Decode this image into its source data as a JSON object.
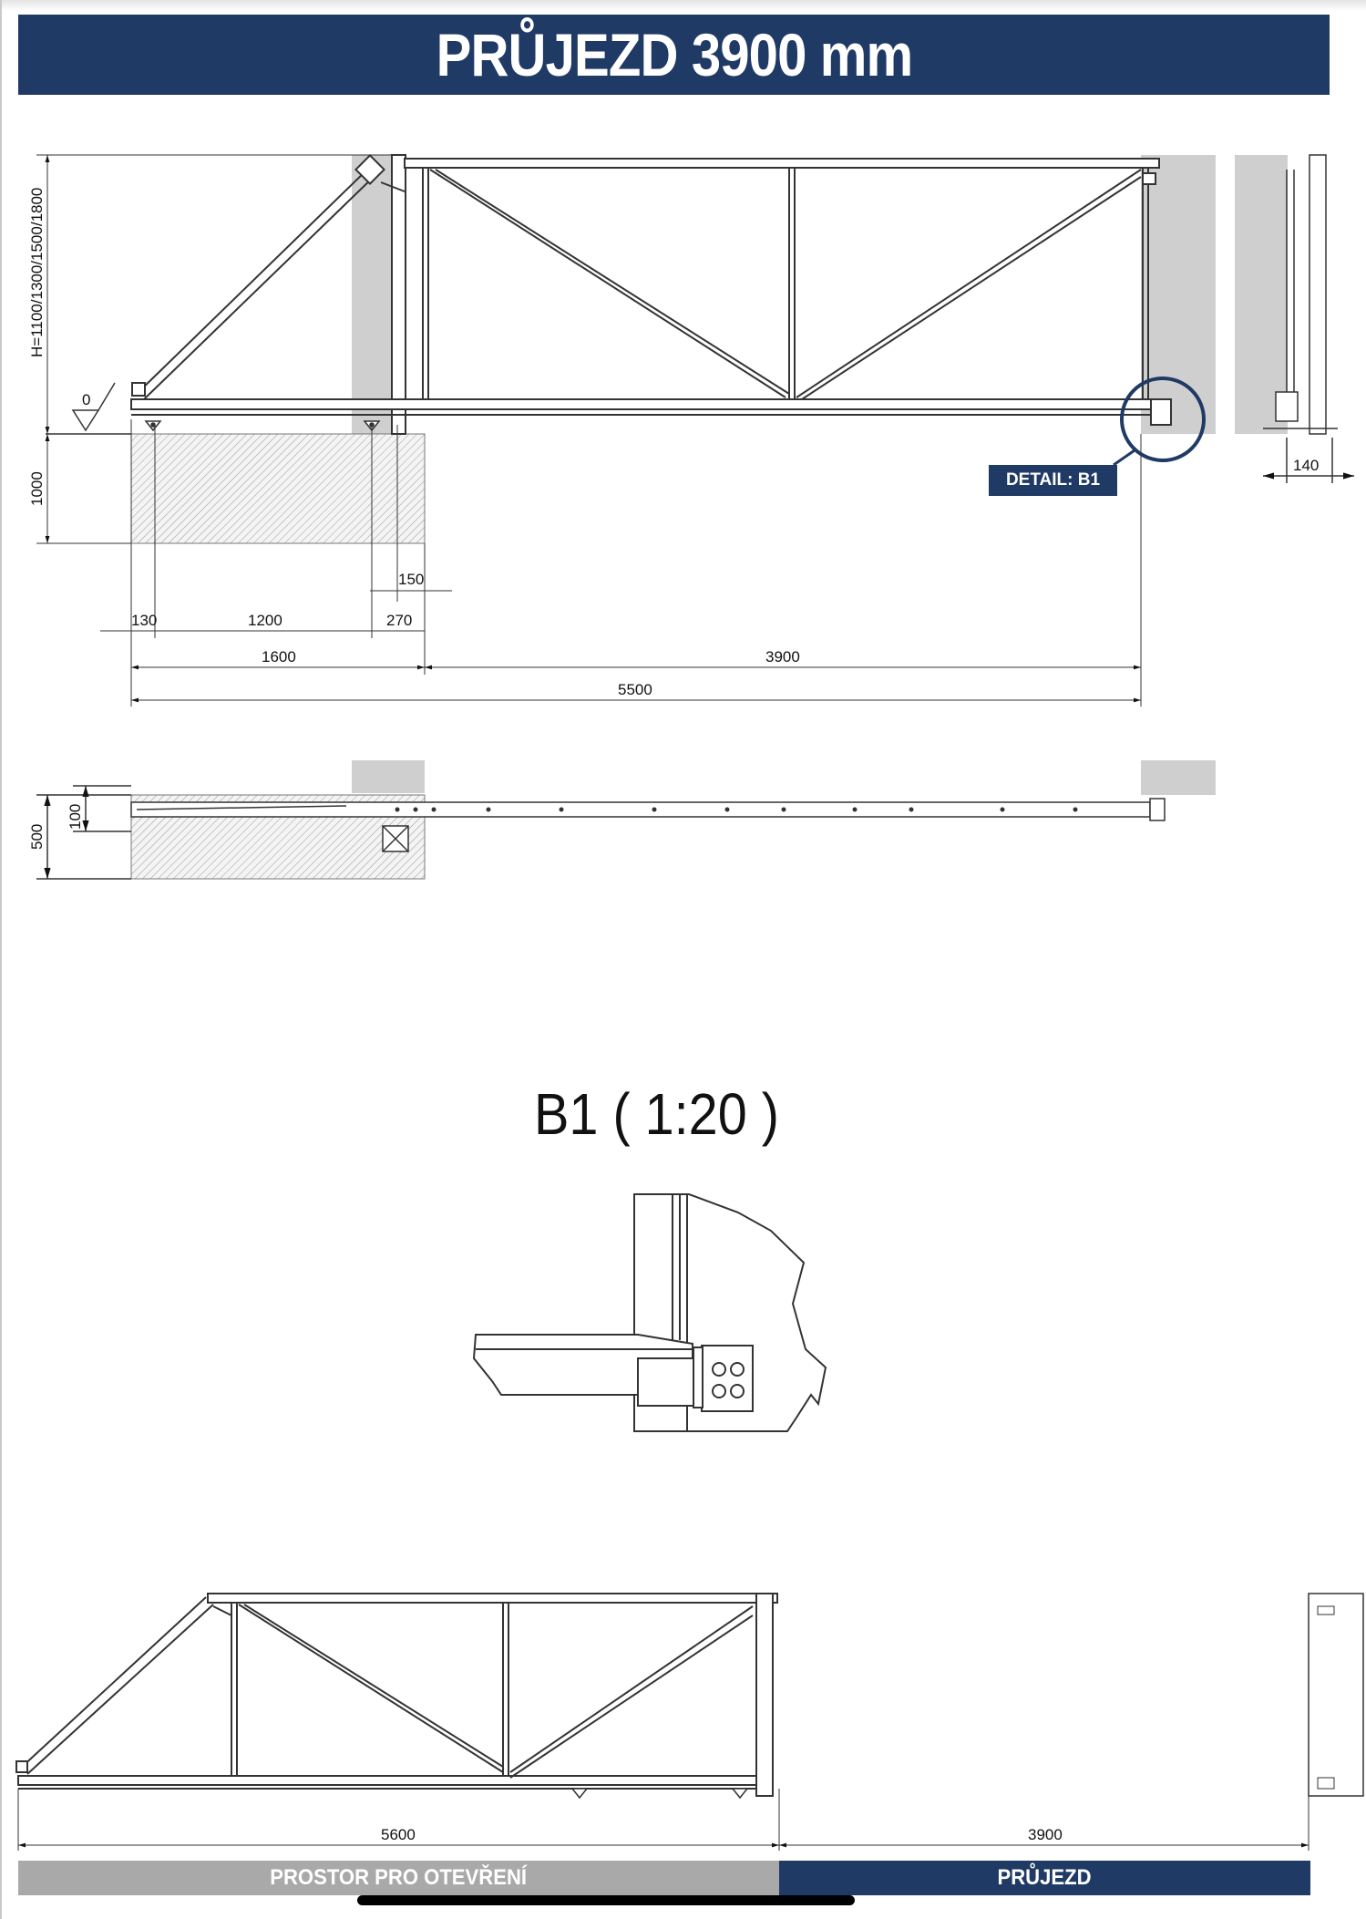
{
  "header": {
    "title": "PRŮJEZD 3900 mm"
  },
  "elevation": {
    "height_label": "H=1100/1300/1500/1800",
    "ground_label": "0",
    "foundation_depth": "1000",
    "dim_150": "150",
    "dim_130": "130",
    "dim_1200": "1200",
    "dim_270": "270",
    "dim_1600": "1600",
    "dim_3900": "3900",
    "dim_5500": "5500",
    "side_dim_140": "140",
    "detail_callout": "DETAIL: B1"
  },
  "plan": {
    "dim_500": "500",
    "dim_100": "100"
  },
  "detail": {
    "title": "B1 ( 1:20 )"
  },
  "open_view": {
    "dim_5600": "5600",
    "dim_3900": "3900"
  },
  "footer": {
    "opening_space_label": "PROSTOR PRO OTEVŘENÍ",
    "passage_label": "PRŮJEZD"
  },
  "colors": {
    "banner": "#1f3a64",
    "wall_grey": "#cfcfcf",
    "footer_grey": "#a9a9a9"
  }
}
